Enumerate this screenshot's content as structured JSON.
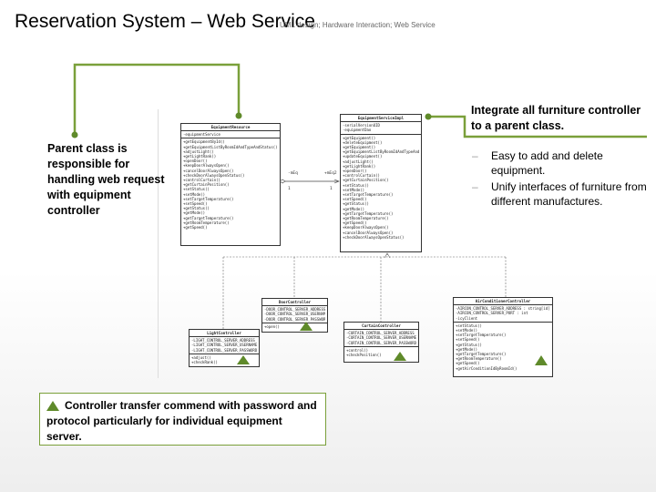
{
  "header": {
    "title": "Reservation System – Web Service",
    "subtitle": "UML design; Hardware Interaction; Web Service"
  },
  "callouts": {
    "left": "Parent class is responsible for handling web request with equipment controller",
    "right": "Integrate all furniture controller to a parent class."
  },
  "bullets": [
    "Easy to add and delete equipment.",
    "Unify interfaces of furniture from different manufactures."
  ],
  "note": "Controller transfer commend with password and protocol particularly for individual equipment server.",
  "colors": {
    "accent": "#7aa03a",
    "marker": "#5f8a2a"
  },
  "uml": {
    "association": {
      "left_role": "-mEq",
      "right_role": "+mEq2",
      "left_mult": "1",
      "right_mult": "1"
    },
    "equipment_resource": {
      "name": "EquipmentResource",
      "attributes": [
        "-equipmentService"
      ],
      "methods": [
        "+getEquipmentById()",
        "+getEquipmentListByRoomIdAndTypeAndStatus()",
        "+adjustLight()",
        "+getLightRank()",
        "+openDoor()",
        "+keepDoorAlwaysOpen()",
        "+cancelDoorAlwaysOpen()",
        "+checkDoorAlwaysOpenStatus()",
        "+controlCurtain()",
        "+getCurtainPosition()",
        "+setStatus()",
        "+setMode()",
        "+setTargetTemperature()",
        "+setSpeed()",
        "+getStatus()",
        "+getMode()",
        "+getTargetTemperature()",
        "+getRoomTemperature()",
        "+getSpeed()"
      ]
    },
    "equipment_service_impl": {
      "name": "EquipmentServiceImpl",
      "attributes": [
        "-serialVersionUID",
        "-equipmentDao"
      ],
      "methods": [
        "+getEquipment()",
        "+deleteEquipment()",
        "+getEquipment()",
        "+getEquipmentListByRoomIdAndTypeAndStatus()",
        "+updateEquipment()",
        "+adjustLight()",
        "+getLightRank()",
        "+openDoor()",
        "+controlCurtain()",
        "+getCurtainPosition()",
        "+setStatus()",
        "+setMode()",
        "+setTargetTemperature()",
        "+setSpeed()",
        "+getStatus()",
        "+getMode()",
        "+getTargetTemperature()",
        "+getRoomTemperature()",
        "+getSpeed()",
        "+keepDoorAlwaysOpen()",
        "+cancelDoorAlwaysOpen()",
        "+checkDoorAlwaysOpenStatus()"
      ]
    },
    "door_controller": {
      "name": "DoorController",
      "attributes": [
        "-DOOR_CONTROL_SERVER_ADDRESS",
        "-DOOR_CONTROL_SERVER_USERNAME",
        "-DOOR_CONTROL_SERVER_PASSWORD"
      ],
      "methods": [
        "+open()"
      ]
    },
    "light_controller": {
      "name": "LightController",
      "attributes": [
        "-LIGHT_CONTROL_SERVER_ADDRESS",
        "-LIGHT_CONTROL_SERVER_USERNAME",
        "-LIGHT_CONTROL_SERVER_PASSWORD"
      ],
      "methods": [
        "+adjust()",
        "+checkRank()"
      ]
    },
    "curtain_controller": {
      "name": "CurtainController",
      "attributes": [
        "-CURTAIN_CONTROL_SERVER_ADDRESS",
        "-CURTAIN_CONTROL_SERVER_USERNAME",
        "-CURTAIN_CONTROL_SERVER_PASSWORD"
      ],
      "methods": [
        "+control()",
        "+checkPosition()"
      ]
    },
    "aircon_controller": {
      "name": "AirConditionerController",
      "attributes": [
        "-AIRCON_CONTROL_SERVER_ADDRESS : string[id]",
        "-AIRCON_CONTROL_SERVER_PORT : int",
        "-icyClient"
      ],
      "methods": [
        "+setStatus()",
        "+setMode()",
        "+setTargetTemperature()",
        "+setSpeed()",
        "+getStatus()",
        "+getMode()",
        "+getTargetTemperature()",
        "+getRoomTemperature()",
        "+getSpeed()",
        "+getAirConditionIdByRoomId()"
      ]
    }
  }
}
